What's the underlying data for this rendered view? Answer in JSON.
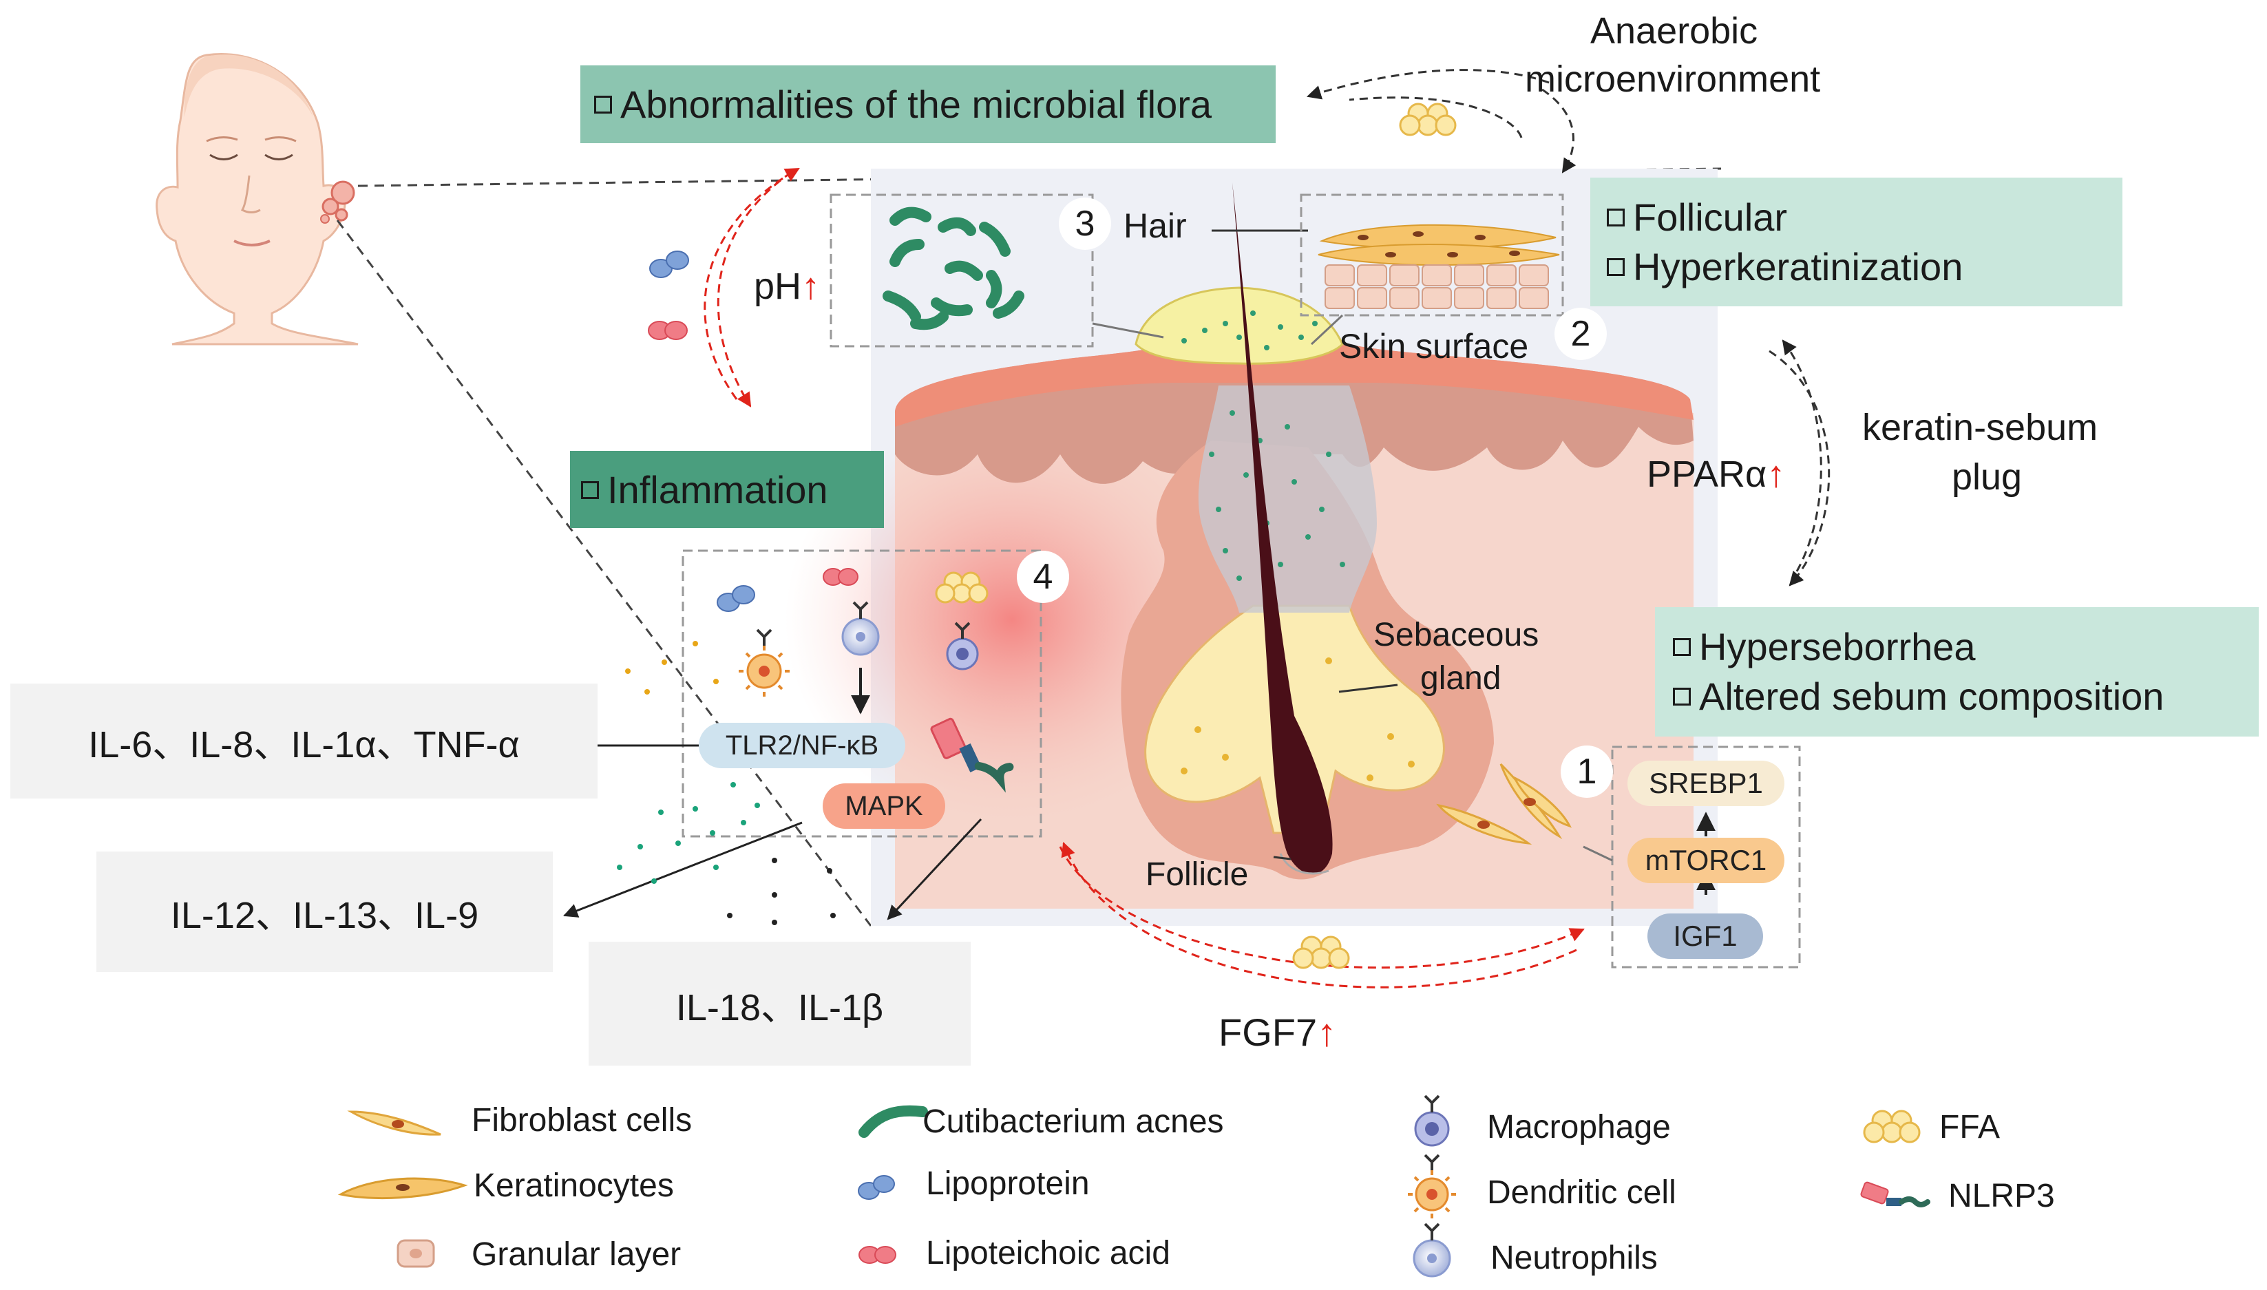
{
  "labels": {
    "anaerobic_line1": "Anaerobic",
    "anaerobic_line2": "microenvironment",
    "microbial_flora": "Abnormalities of the microbial flora",
    "follicular": "Follicular",
    "hyperkeratinization": "Hyperkeratinization",
    "hair": "Hair",
    "skin_surface": "Skin surface",
    "ph": "pH",
    "up_arrow": "↑",
    "keratin_sebum_line1": "keratin-sebum",
    "keratin_sebum_line2": "plug",
    "ppara": "PPARα",
    "inflammation": "Inflammation",
    "hyperseborrhea": "Hyperseborrhea",
    "altered_sebum": "Altered sebum composition",
    "sebaceous_line1": "Sebaceous",
    "sebaceous_line2": "gland",
    "follicle": "Follicle",
    "fgf7": "FGF7",
    "tlr2": "TLR2/NF-κB",
    "mapk": "MAPK",
    "srebp1": "SREBP1",
    "mtorc1": "mTORC1",
    "igf1": "IGF1",
    "il_group1": "IL-6、IL-8、IL-1α、TNF-α",
    "il_group2": "IL-12、IL-13、IL-9",
    "il_group3": "IL-18、IL-1β"
  },
  "steps": [
    "1",
    "2",
    "3",
    "4"
  ],
  "legend": {
    "fibroblast": "Fibroblast cells",
    "keratinocytes": "Keratinocytes",
    "granular": "Granular layer",
    "cutibacterium": "Cutibacterium acnes",
    "lipoprotein": "Lipoprotein",
    "lipoteichoic": "Lipoteichoic acid",
    "macrophage": "Macrophage",
    "dendritic": "Dendritic cell",
    "neutrophils": "Neutrophils",
    "ffa": "FFA",
    "nlrp3": "NLRP3"
  },
  "colors": {
    "flora_box": "#8cc5b0",
    "light_box": "#c9e7dc",
    "inflammation_box": "#4a9e7e",
    "skin_pink": "#f2bfae",
    "skin_edge": "#e8907c",
    "background_panel": "#eef0f6",
    "sebum_yellow": "#fbecb3",
    "bacteria_green": "#2e8b63",
    "red_arrow": "#e0241b"
  }
}
